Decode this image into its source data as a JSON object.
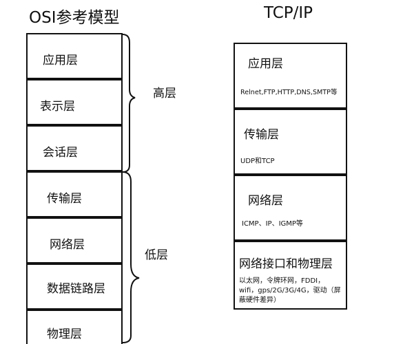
{
  "osi": {
    "title": "OSI参考模型",
    "layers": [
      {
        "name": "应用层"
      },
      {
        "name": "表示层"
      },
      {
        "name": "会话层"
      },
      {
        "name": "传输层"
      },
      {
        "name": "网络层"
      },
      {
        "name": "数据链路层"
      },
      {
        "name": "物理层"
      }
    ],
    "groups": [
      {
        "label": "高层"
      },
      {
        "label": "低层"
      }
    ]
  },
  "tcpip": {
    "title": "TCP/IP",
    "layers": [
      {
        "name": "应用层",
        "protocols": "Relnet,FTP,HTTP,DNS,SMTP等"
      },
      {
        "name": "传输层",
        "protocols": "UDP和TCP"
      },
      {
        "name": "网络层",
        "protocols": "ICMP、IP、IGMP等"
      },
      {
        "name": "网络接口和物理层",
        "protocols": "以太网，令牌环网，FDDI，wifi，gps/2G/3G/4G，驱动（屏蔽硬件差异）"
      }
    ]
  }
}
